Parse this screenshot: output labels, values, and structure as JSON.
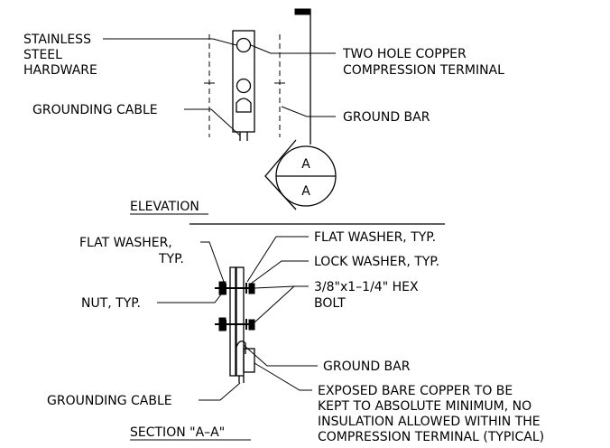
{
  "elevation": {
    "title": "ELEVATION",
    "labels": {
      "stainless_1": "STAINLESS",
      "stainless_2": "STEEL",
      "stainless_3": "HARDWARE",
      "grounding_cable": "GROUNDING CABLE",
      "terminal_1": "TWO HOLE COPPER",
      "terminal_2": "COMPRESSION TERMINAL",
      "ground_bar": "GROUND BAR"
    },
    "section_marker": {
      "top": "A",
      "bottom": "A"
    }
  },
  "section": {
    "title": "SECTION \"A–A\"",
    "labels": {
      "flat_washer_left_1": "FLAT WASHER,",
      "flat_washer_left_2": "TYP.",
      "nut": "NUT, TYP.",
      "grounding_cable": "GROUNDING CABLE",
      "flat_washer_right": "FLAT WASHER, TYP.",
      "lock_washer": "LOCK WASHER, TYP.",
      "bolt_1": "3/8\"x1–1/4\" HEX",
      "bolt_2": "BOLT",
      "ground_bar": "GROUND BAR",
      "note_1": "EXPOSED BARE COPPER TO BE",
      "note_2": "KEPT TO ABSOLUTE MINIMUM, NO",
      "note_3": "INSULATION ALLOWED WITHIN THE",
      "note_4": "COMPRESSION TERMINAL (TYPICAL)"
    }
  }
}
